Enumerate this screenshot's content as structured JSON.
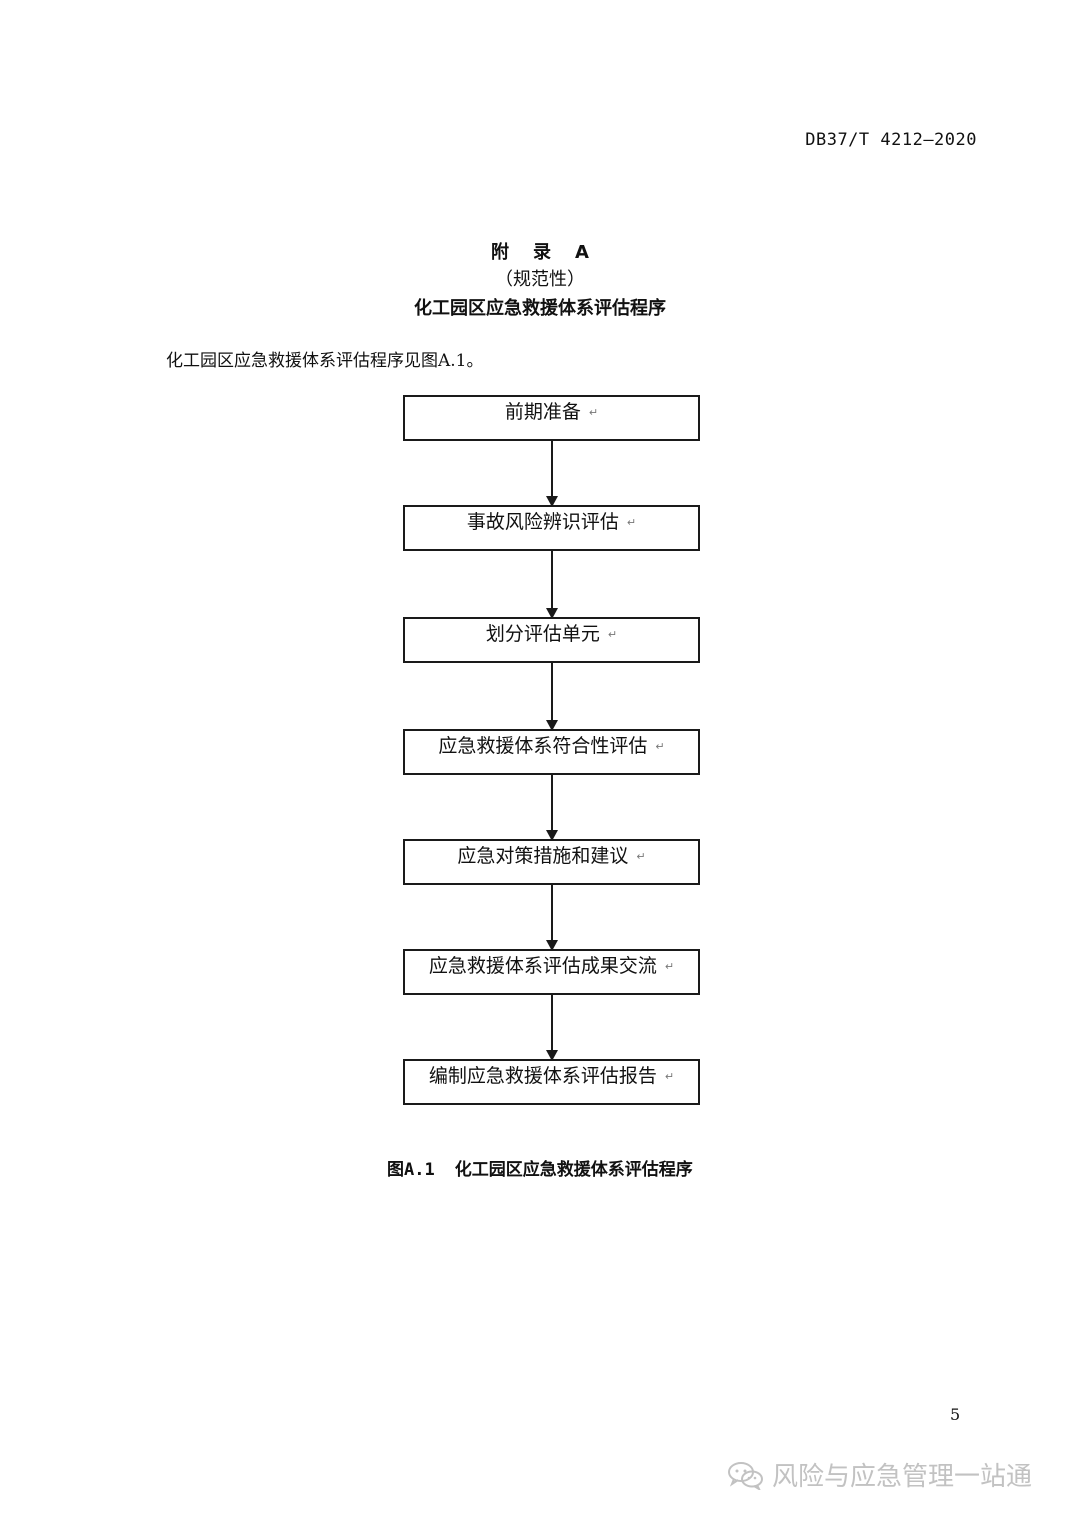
{
  "header": {
    "standard_code": "DB37/T 4212—2020"
  },
  "appendix": {
    "label_chars": [
      "附",
      "录",
      "A"
    ],
    "type": "（规范性）",
    "title": "化工园区应急救援体系评估程序"
  },
  "intro_text": "化工园区应急救援体系评估程序见图A.1。",
  "flowchart": {
    "return_mark": "↵",
    "steps": [
      "前期准备",
      "事故风险辨识评估",
      "划分评估单元",
      "应急救援体系符合性评估",
      "应急对策措施和建议",
      "应急救援体系评估成果交流",
      "编制应急救援体系评估报告"
    ]
  },
  "caption": {
    "number": "图A.1",
    "title": "化工园区应急救援体系评估程序"
  },
  "page_number": "5",
  "watermark": {
    "text": "风险与应急管理一站通",
    "icon": "wechat-icon"
  }
}
